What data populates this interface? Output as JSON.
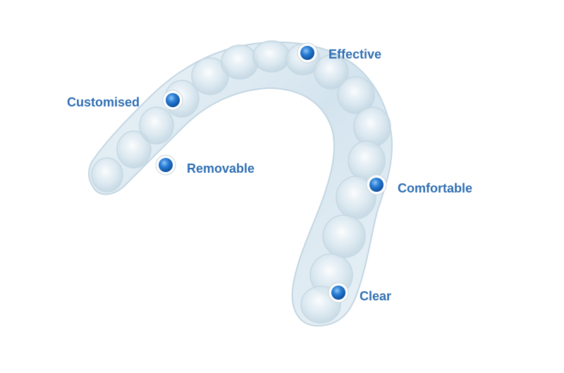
{
  "features": [
    {
      "id": "effective",
      "label": "Effective"
    },
    {
      "id": "customised",
      "label": "Customised"
    },
    {
      "id": "removable",
      "label": "Removable"
    },
    {
      "id": "comfortable",
      "label": "Comfortable"
    },
    {
      "id": "clear",
      "label": "Clear"
    }
  ],
  "colors": {
    "label": "#2f6fb3",
    "marker": "#1f6cc4",
    "aligner": "#dbe9f1"
  }
}
